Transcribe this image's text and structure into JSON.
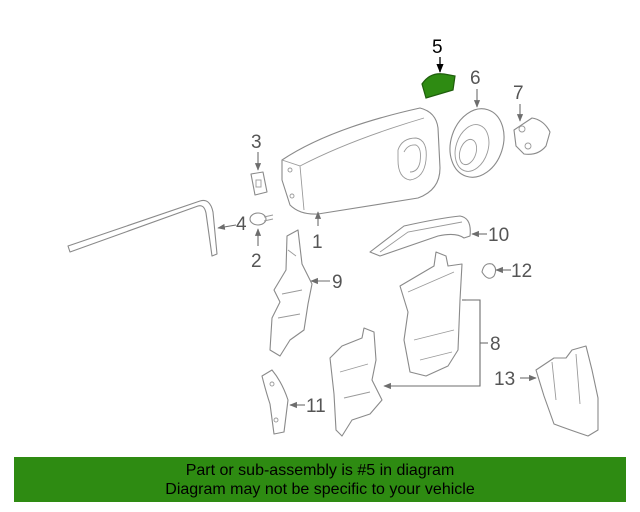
{
  "diagram": {
    "highlight_color": "#2e8b12",
    "callouts": [
      "1",
      "2",
      "3",
      "4",
      "5",
      "6",
      "7",
      "8",
      "9",
      "10",
      "11",
      "12",
      "13"
    ],
    "highlighted_callout": "5"
  },
  "banner": {
    "background_color": "#2e8b12",
    "line1": "Part or sub-assembly is #5 in diagram",
    "line2": "Diagram may not be specific to your vehicle"
  }
}
